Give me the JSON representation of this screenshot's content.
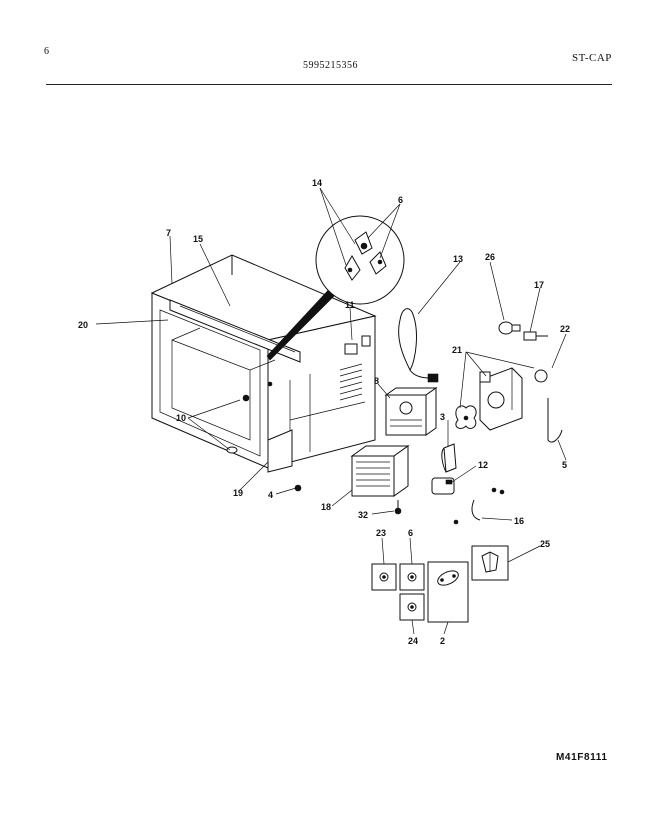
{
  "header": {
    "page_number": "6",
    "model_number": "5995215356",
    "section_code": "ST-CAP"
  },
  "footer": {
    "drawing_code": "M41F8111"
  },
  "callouts": {
    "c2": "2",
    "c3": "3",
    "c4": "4",
    "c5": "5",
    "c6a": "6",
    "c6b": "6",
    "c7": "7",
    "c8": "8",
    "c10": "10",
    "c11": "11",
    "c12": "12",
    "c13": "13",
    "c14": "14",
    "c15": "15",
    "c16": "16",
    "c17": "17",
    "c18": "18",
    "c19": "19",
    "c20": "20",
    "c21": "21",
    "c22": "22",
    "c23": "23",
    "c24": "24",
    "c25": "25",
    "c26": "26",
    "c32": "32"
  }
}
